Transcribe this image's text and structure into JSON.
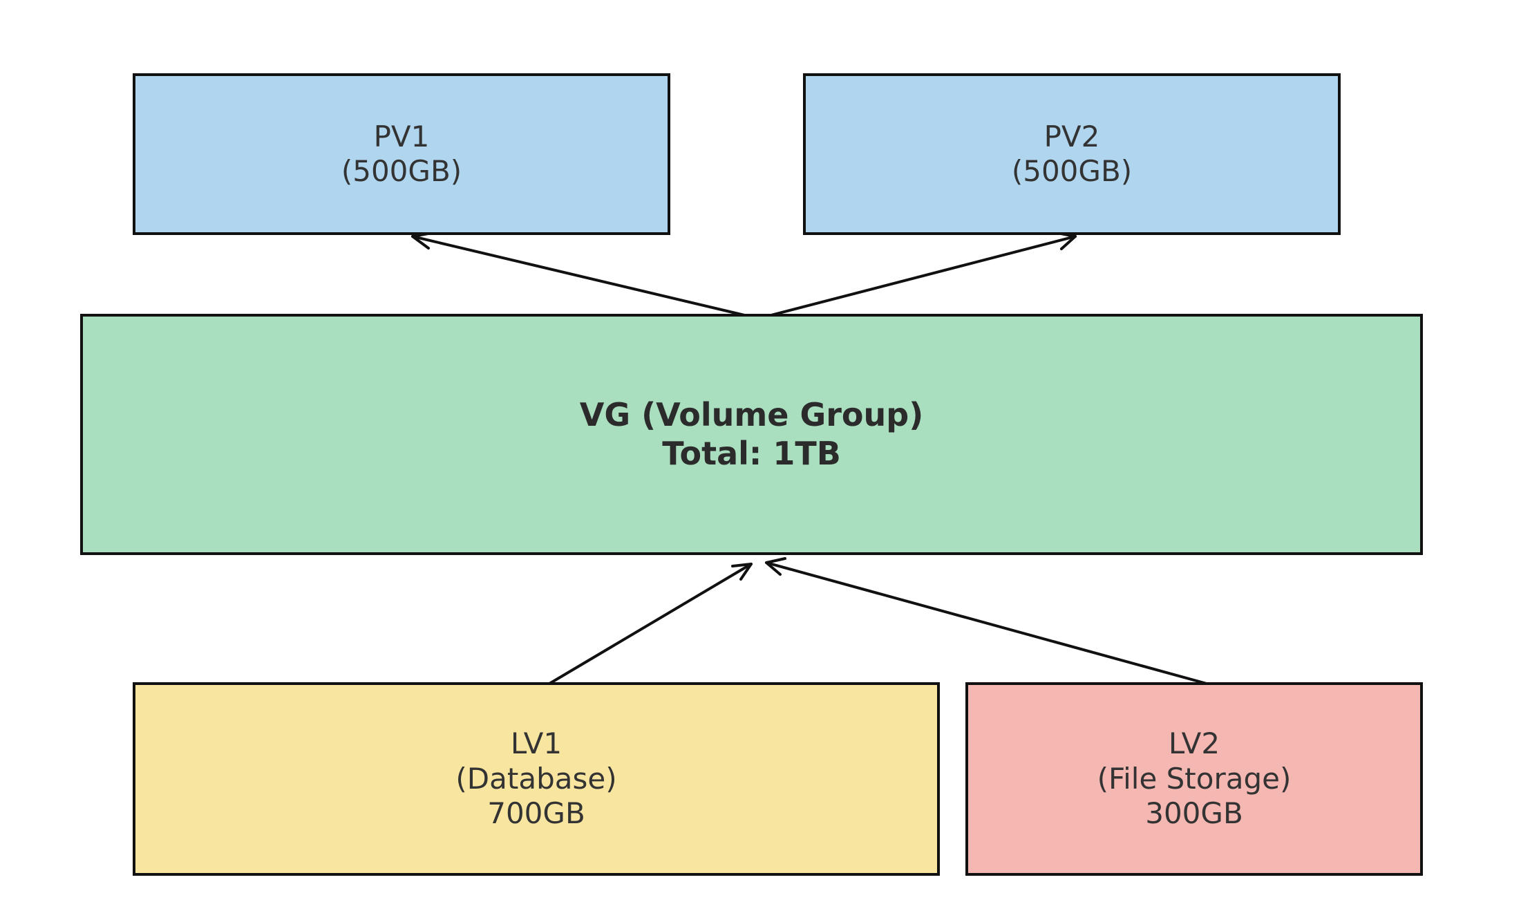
{
  "colors": {
    "pv_fill": "#b0d6ef",
    "vg_fill": "#a9dfbf",
    "lv1_fill": "#f8e59f",
    "lv2_fill": "#f5b7b1",
    "border": "#111111",
    "text": "#333333"
  },
  "pv1": {
    "name": "PV1",
    "size": "(500GB)"
  },
  "pv2": {
    "name": "PV2",
    "size": "(500GB)"
  },
  "vg": {
    "name": "VG (Volume Group)",
    "total": "Total: 1TB"
  },
  "lv1": {
    "name": "LV1",
    "purpose": "(Database)",
    "size": "700GB"
  },
  "lv2": {
    "name": "LV2",
    "purpose": "(File Storage)",
    "size": "300GB"
  },
  "edges": [
    {
      "from": "vg",
      "to": "pv1"
    },
    {
      "from": "vg",
      "to": "pv2"
    },
    {
      "from": "lv1",
      "to": "vg"
    },
    {
      "from": "lv2",
      "to": "vg"
    }
  ]
}
